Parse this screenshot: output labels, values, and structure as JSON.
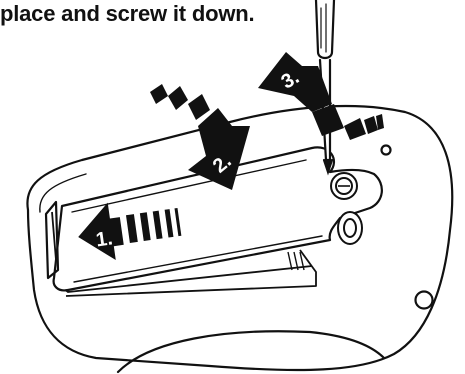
{
  "instruction": {
    "text": "place and screw it down."
  },
  "steps": [
    {
      "number": "1.",
      "action": "slide the battery door"
    },
    {
      "number": "2.",
      "action": "lower the battery door into place"
    },
    {
      "number": "3.",
      "action": "tighten the screw"
    }
  ],
  "illustration": {
    "subject": "battery door installation on remote housing",
    "ink_color": "#111111",
    "background_color": "#ffffff",
    "arrow_style": "striped-block-arrow",
    "tool": "screwdriver"
  }
}
